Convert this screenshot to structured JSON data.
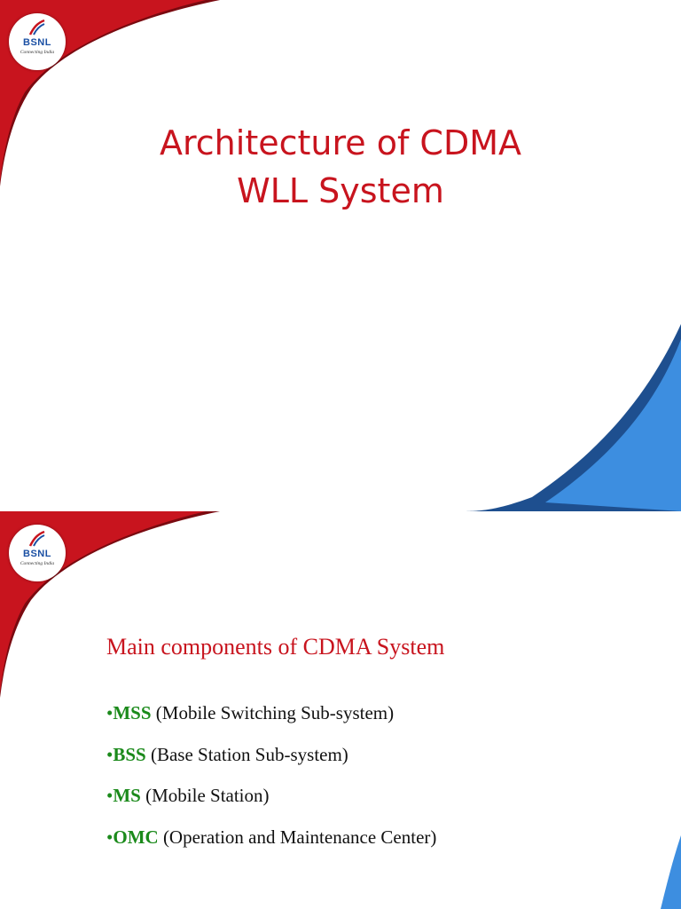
{
  "logo": {
    "brand": "BSNL",
    "tagline": "Connecting India"
  },
  "slide1": {
    "title_line1": "Architecture of CDMA",
    "title_line2": "WLL System"
  },
  "slide2": {
    "heading": "Main components of  CDMA System",
    "bullet_char": "•",
    "items": [
      {
        "abbr": "MSS",
        "desc": "(Mobile Switching Sub-system)"
      },
      {
        "abbr": "BSS",
        "desc": "(Base Station Sub-system)"
      },
      {
        "abbr": "MS",
        "desc": "(Mobile Station)"
      },
      {
        "abbr": "OMC",
        "desc": "(Operation and Maintenance Center)"
      }
    ]
  },
  "colors": {
    "accent_red": "#c8141e",
    "dark_red": "#7a0a10",
    "blue": "#3d8ee0",
    "abbr_green": "#1b8a1b"
  }
}
